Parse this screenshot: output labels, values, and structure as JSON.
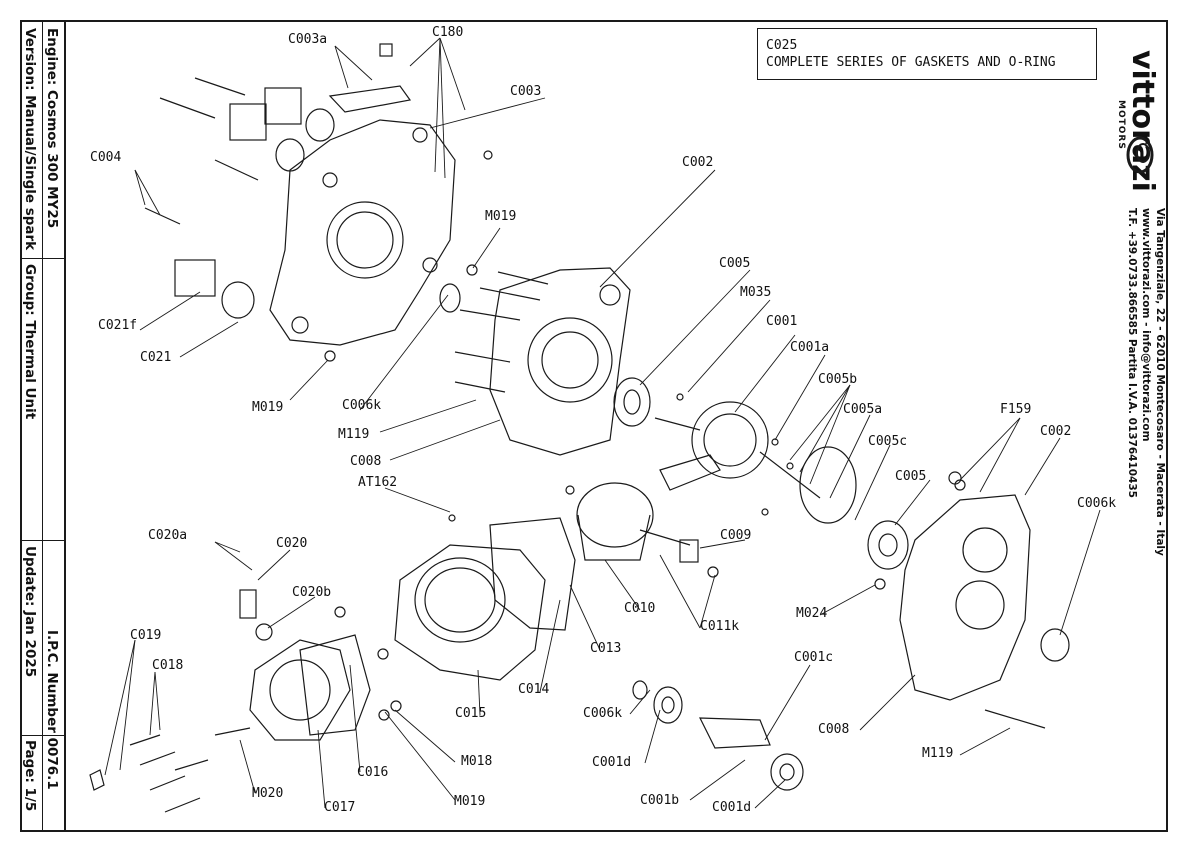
{
  "title_block": {
    "engine": "Engine: Cosmos 300 MY25",
    "version": "Version: Manual/Single spark",
    "group": "Group: Thermal Unit",
    "update": "Update: Jan 2025",
    "ipc_number": "I.P.C. Number 0076.1",
    "page": "Page: 1/5"
  },
  "note_box": {
    "line1": "C025",
    "line2": "COMPLETE SERIES OF GASKETS AND O-RING"
  },
  "brand": {
    "name": "vittorazi",
    "sub": "MOTORS",
    "address": "Via Tangenziale, 22 - 62010 Montecosaro - Macerata - Italy",
    "web": "www.vittorazi.com - info@vittorazi.com",
    "phone": "T.F. +39.0733.866585 Partita I.V.A. 01376410435"
  },
  "callouts": {
    "c003a": "C003a",
    "c180": "C180",
    "c003": "C003",
    "c004": "C004",
    "c021f": "C021f",
    "c021": "C021",
    "m019_a": "M019",
    "m019_b": "M019",
    "c002_a": "C002",
    "c005_a": "C005",
    "m035": "M035",
    "c001": "C001",
    "c001a": "C001a",
    "c005b": "C005b",
    "c005a": "C005a",
    "c005c": "C005c",
    "c006k_a": "C006k",
    "m119_a": "M119",
    "c008_a": "C008",
    "at162": "AT162",
    "f159": "F159",
    "c002_b": "C002",
    "c006k_b": "C006k",
    "c005_b": "C005",
    "c020a": "C020a",
    "c020": "C020",
    "c020b": "C020b",
    "c009": "C009",
    "c010": "C010",
    "c011k": "C011k",
    "m024": "M024",
    "c013": "C013",
    "c019": "C019",
    "c018": "C018",
    "c014": "C014",
    "c001c": "C001c",
    "c006k_c": "C006k",
    "c015": "C015",
    "m018": "M018",
    "c008_b": "C008",
    "c001d_a": "C001d",
    "m119_b": "M119",
    "c016": "C016",
    "m020": "M020",
    "m019_c": "M019",
    "c017": "C017",
    "c001b": "C001b",
    "c001d_b": "C001d"
  }
}
